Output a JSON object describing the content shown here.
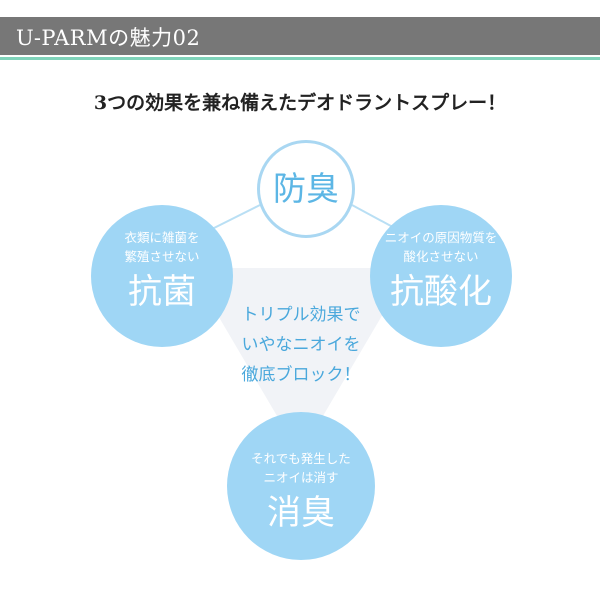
{
  "header": {
    "title": "U-PARMの魅力02"
  },
  "headline": "3つの効果を兼ね備えたデオドラントスプレー！",
  "effects": {
    "top": {
      "title": "防臭"
    },
    "left": {
      "line1": "衣類に雑菌を",
      "line2": "繁殖させない",
      "title": "抗菌"
    },
    "right": {
      "line1": "ニオイの原因物質を",
      "line2": "酸化させない",
      "title": "抗酸化"
    },
    "bottom": {
      "line1": "それでも発生した",
      "line2": "ニオイは消す",
      "title": "消臭"
    }
  },
  "center": {
    "line1": "トリプル効果で",
    "line2": "いやなニオイを",
    "line3": "徹底ブロック！"
  },
  "colors": {
    "header_bg": "#777777",
    "header_accent_line": "#7fd3ba",
    "circle_fill": "#9fd6f5",
    "circle_outline": "#a9d7f2",
    "accent_text": "#4aa8dc",
    "triangle_fill": "#f1f3f7"
  }
}
